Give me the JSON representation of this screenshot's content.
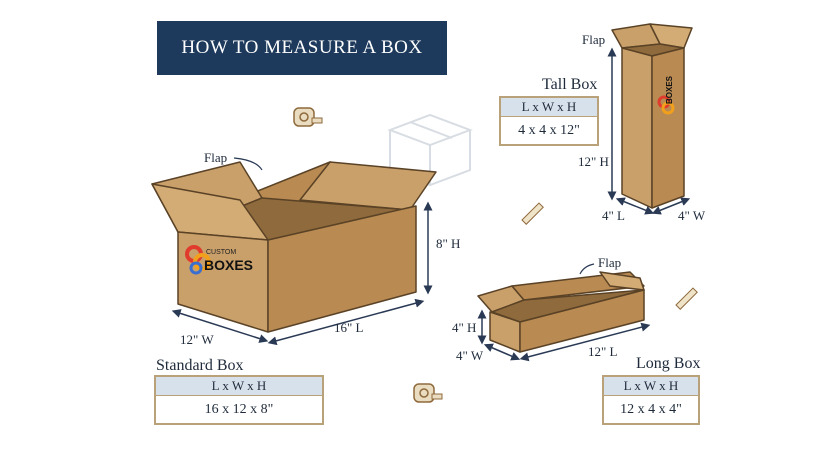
{
  "banner": {
    "title": "HOW TO MEASURE A BOX"
  },
  "standard_box": {
    "name": "Standard Box",
    "header": "L x W x H",
    "dimensions": "16 x 12 x 8\"",
    "flap_label": "Flap",
    "height_label": "8\" H",
    "length_label": "16\" L",
    "width_label": "12\" W"
  },
  "tall_box": {
    "name": "Tall Box",
    "header": "L x W x H",
    "dimensions": "4 x 4 x 12\"",
    "flap_label": "Flap",
    "height_label": "12\" H",
    "length_label": "4\" L",
    "width_label": "4\" W"
  },
  "long_box": {
    "name": "Long Box",
    "header": "L x W x H",
    "dimensions": "12 x 4 x 4\"",
    "flap_label": "Flap",
    "height_label": "4\" H",
    "length_label": "12\" L",
    "width_label": "4\" W"
  },
  "logo": {
    "line1": "CUSTOM",
    "line2": "BOXES"
  },
  "colors": {
    "banner": "#1d3a5c",
    "cardboard_light": "#c9a06a",
    "cardboard_mid": "#b98a52",
    "cardboard_dark": "#8f6a3c",
    "card_border": "#b9a27a",
    "card_header": "#d7e1ec",
    "dimension_line": "#2a3a55"
  }
}
